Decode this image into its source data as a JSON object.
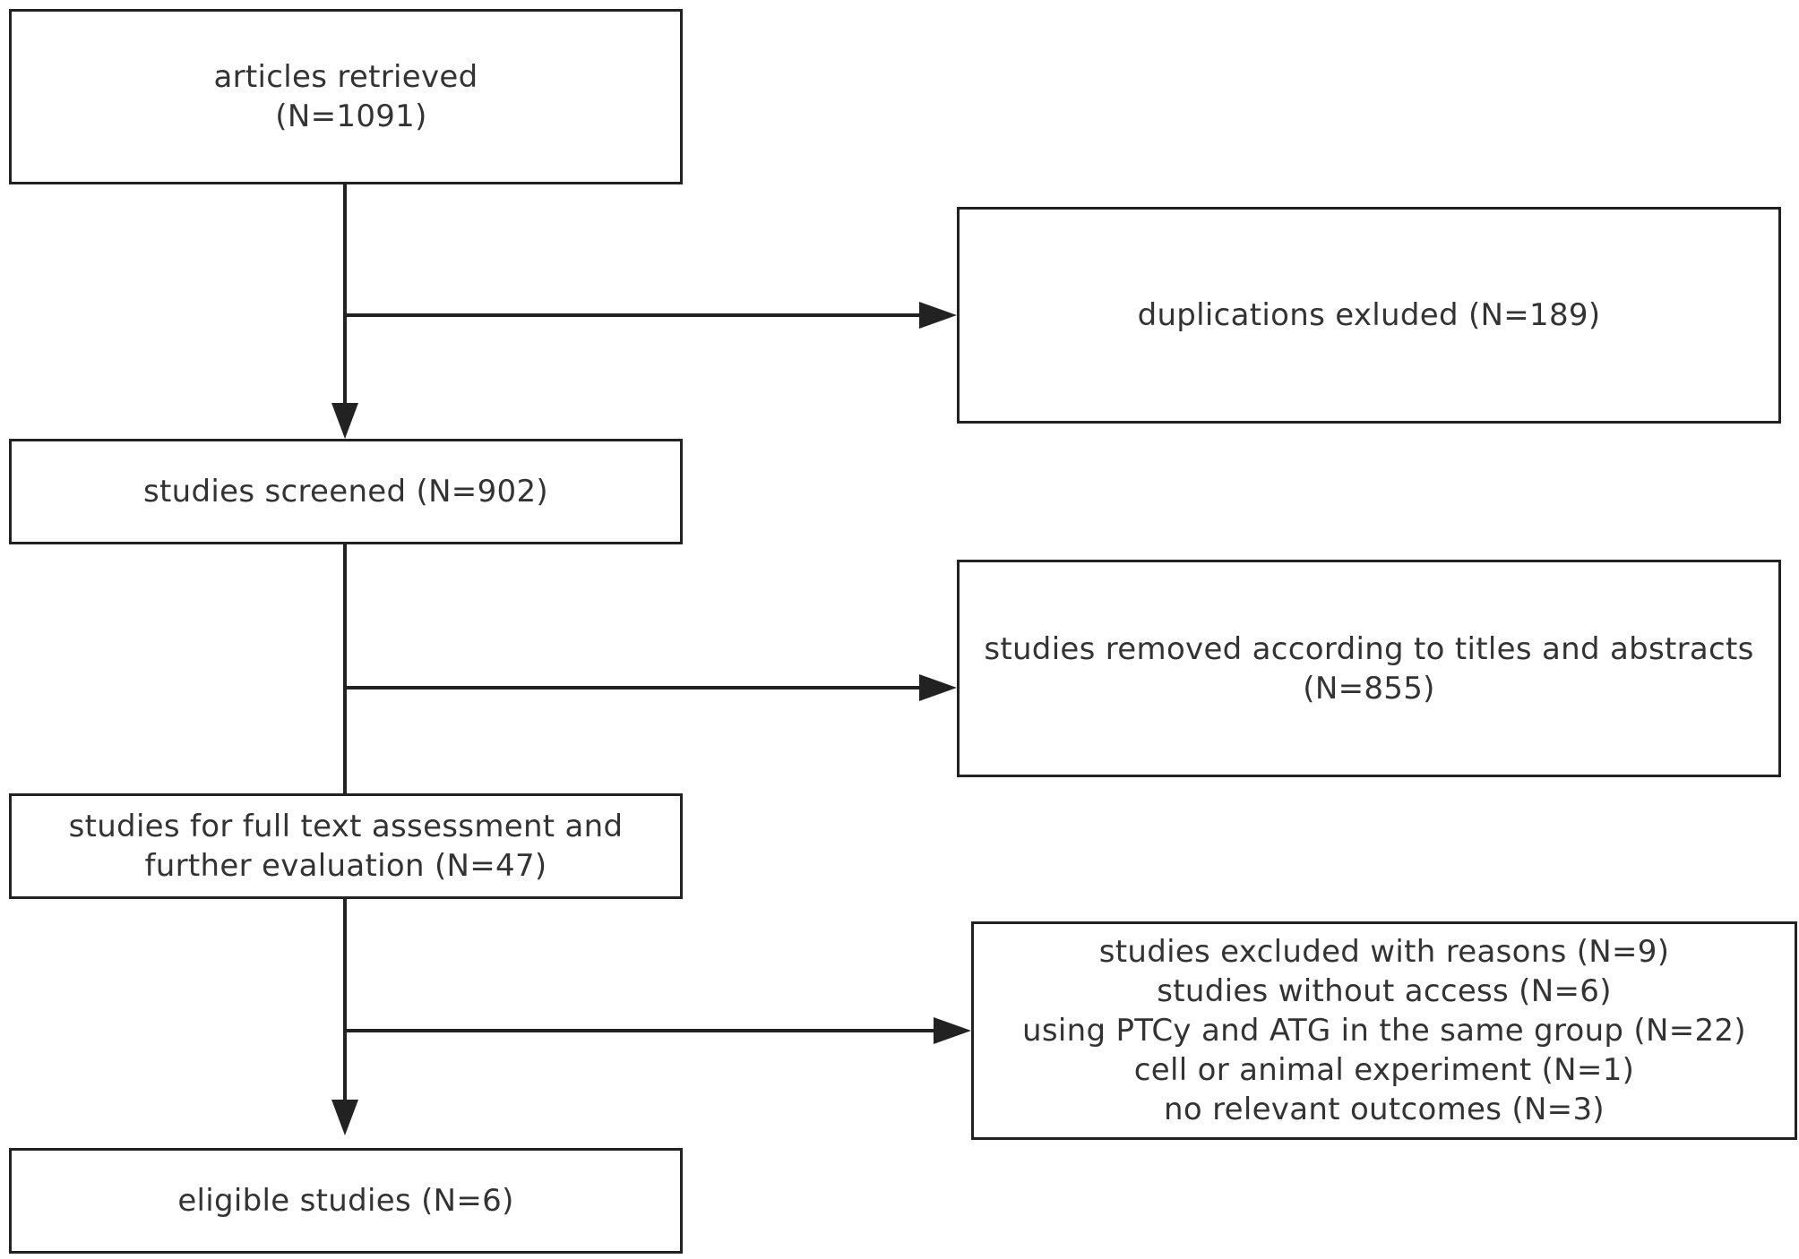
{
  "boxes": {
    "retrieved": {
      "line1": "articles retrieved",
      "line2": "(N=1091)"
    },
    "duplications": {
      "line1": "duplications exluded (N=189)"
    },
    "screened": {
      "line1": "studies screened (N=902)"
    },
    "removed": {
      "line1": "studies removed according to titles and abstracts",
      "line2": "(N=855)"
    },
    "fulltext": {
      "line1": "studies for full text assessment and",
      "line2": "further evaluation (N=47)"
    },
    "excluded": {
      "line1": "studies excluded with reasons (N=9)",
      "line2": "studies without access (N=6)",
      "line3": "using PTCy and ATG in the same group (N=22)",
      "line4": "cell or animal experiment (N=1)",
      "line5": "no relevant outcomes (N=3)"
    },
    "eligible": {
      "line1": "eligible studies (N=6)"
    }
  }
}
